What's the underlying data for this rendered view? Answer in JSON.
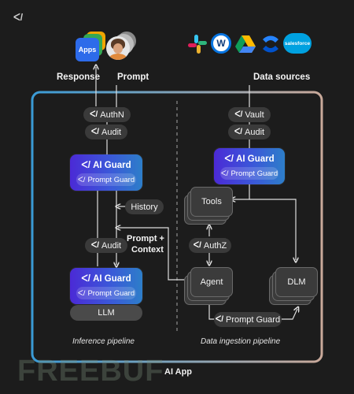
{
  "logo_mark": "ᐸ/",
  "top": {
    "apps_tile": "Apps",
    "response_label": "Response",
    "prompt_label": "Prompt",
    "data_sources_label": "Data sources",
    "source_icons": [
      "slack-icon",
      "workday-icon",
      "google-drive-icon",
      "confluence-icon",
      "salesforce-icon"
    ],
    "salesforce_text": "salesforce",
    "workday_text": "W"
  },
  "inference": {
    "authn": "AuthN",
    "audit_top": "Audit",
    "guard_title": "AI Guard",
    "guard_sub": "Prompt Guard",
    "history": "History",
    "audit_mid": "Audit",
    "prompt_context_1": "Prompt +",
    "prompt_context_2": "Context",
    "guard2_title": "AI Guard",
    "guard2_sub": "Prompt Guard",
    "llm": "LLM",
    "caption": "Inference pipeline"
  },
  "ingestion": {
    "vault": "Vault",
    "audit": "Audit",
    "guard_title": "AI Guard",
    "guard_sub": "Prompt Guard",
    "tools": "Tools",
    "authz": "AuthZ",
    "agent": "Agent",
    "dlm": "DLM",
    "bottom_guard": "Prompt Guard",
    "caption": "Data ingestion pipeline"
  },
  "app_label": "AI App",
  "watermark": "FREEBUF",
  "colors": {
    "background": "#1c1c1c",
    "border_left": "#3a9bd6",
    "border_right": "#c9a99a",
    "guard_gradient_start": "#4b2ad6",
    "guard_gradient_end": "#2d7ec9",
    "pill": "#3a3a3a"
  }
}
